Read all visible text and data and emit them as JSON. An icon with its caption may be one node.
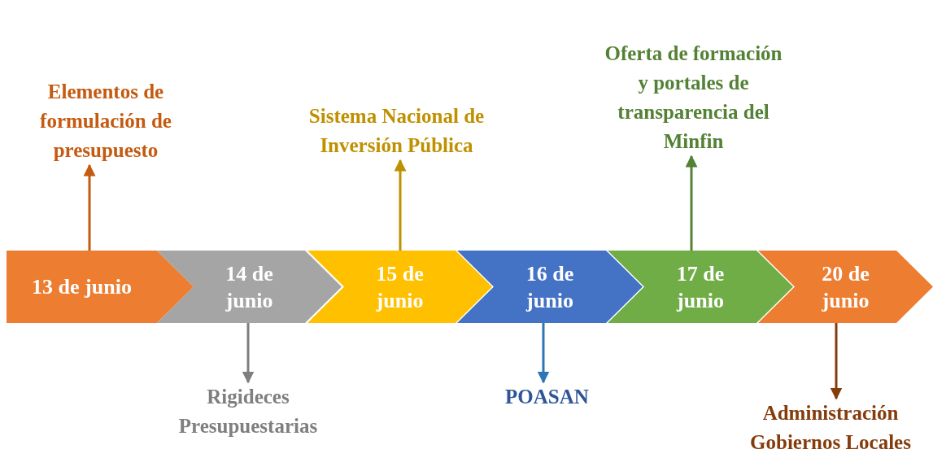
{
  "diagram": {
    "nodes": [
      {
        "text": [
          "13 de junio"
        ]
      },
      {
        "text": [
          "14 de junio"
        ]
      },
      {
        "text": [
          "15 de junio"
        ]
      },
      {
        "text": [
          "16 de junio"
        ]
      },
      {
        "text": [
          "17 de junio"
        ]
      },
      {
        "text": [
          "20 de junio"
        ]
      },
      {
        "text": [
          "Elementos de formulación de presupuesto"
        ]
      },
      {
        "text": [
          "Rigideces Presupuestarias"
        ]
      },
      {
        "text": [
          "Sistema Nacional de Inversión Pública"
        ]
      },
      {
        "text": [
          "POASAN"
        ]
      },
      {
        "text": [
          "Oferta de formación y portales de transparencia del Minfin"
        ]
      },
      {
        "text": [
          "Administración Gobiernos Locales"
        ]
      }
    ],
    "edges": [
      {
        "from": 0,
        "to": 6,
        "arrow": "to",
        "color": "#c55a11"
      },
      {
        "from": 1,
        "to": 7,
        "arrow": "to",
        "color": "#7f7f7f"
      },
      {
        "from": 2,
        "to": 8,
        "arrow": "to",
        "color": "#bf9000"
      },
      {
        "from": 3,
        "to": 9,
        "arrow": "to",
        "color": "#2e75b6"
      },
      {
        "from": 4,
        "to": 10,
        "arrow": "to",
        "color": "#538135"
      },
      {
        "from": 5,
        "to": 11,
        "arrow": "to",
        "color": "#843c0c"
      }
    ]
  }
}
